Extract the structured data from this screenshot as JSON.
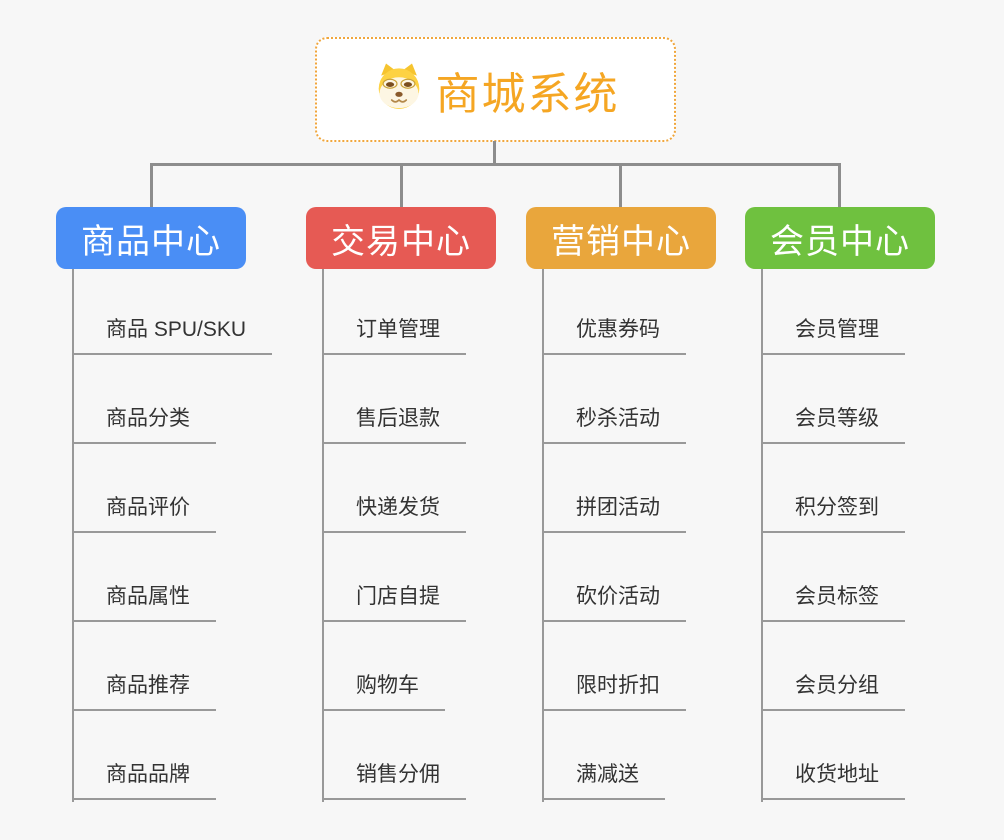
{
  "root": {
    "title": "商城系统",
    "icon": "doge-icon",
    "border_color": "#f0a63c",
    "title_color": "#f5a623",
    "background": "#ffffff"
  },
  "connector_color": "#8d8d8d",
  "leaf_line_color": "#999999",
  "branches": [
    {
      "label": "商品中心",
      "color": "#4a8ef5",
      "items": [
        "商品 SPU/SKU",
        "商品分类",
        "商品评价",
        "商品属性",
        "商品推荐",
        "商品品牌"
      ]
    },
    {
      "label": "交易中心",
      "color": "#e65a54",
      "items": [
        "订单管理",
        "售后退款",
        "快递发货",
        "门店自提",
        "购物车",
        "销售分佣"
      ]
    },
    {
      "label": "营销中心",
      "color": "#e9a63c",
      "items": [
        "优惠券码",
        "秒杀活动",
        "拼团活动",
        "砍价活动",
        "限时折扣",
        "满减送"
      ]
    },
    {
      "label": "会员中心",
      "color": "#6fc13f",
      "items": [
        "会员管理",
        "会员等级",
        "积分签到",
        "会员标签",
        "会员分组",
        "收货地址"
      ]
    }
  ]
}
